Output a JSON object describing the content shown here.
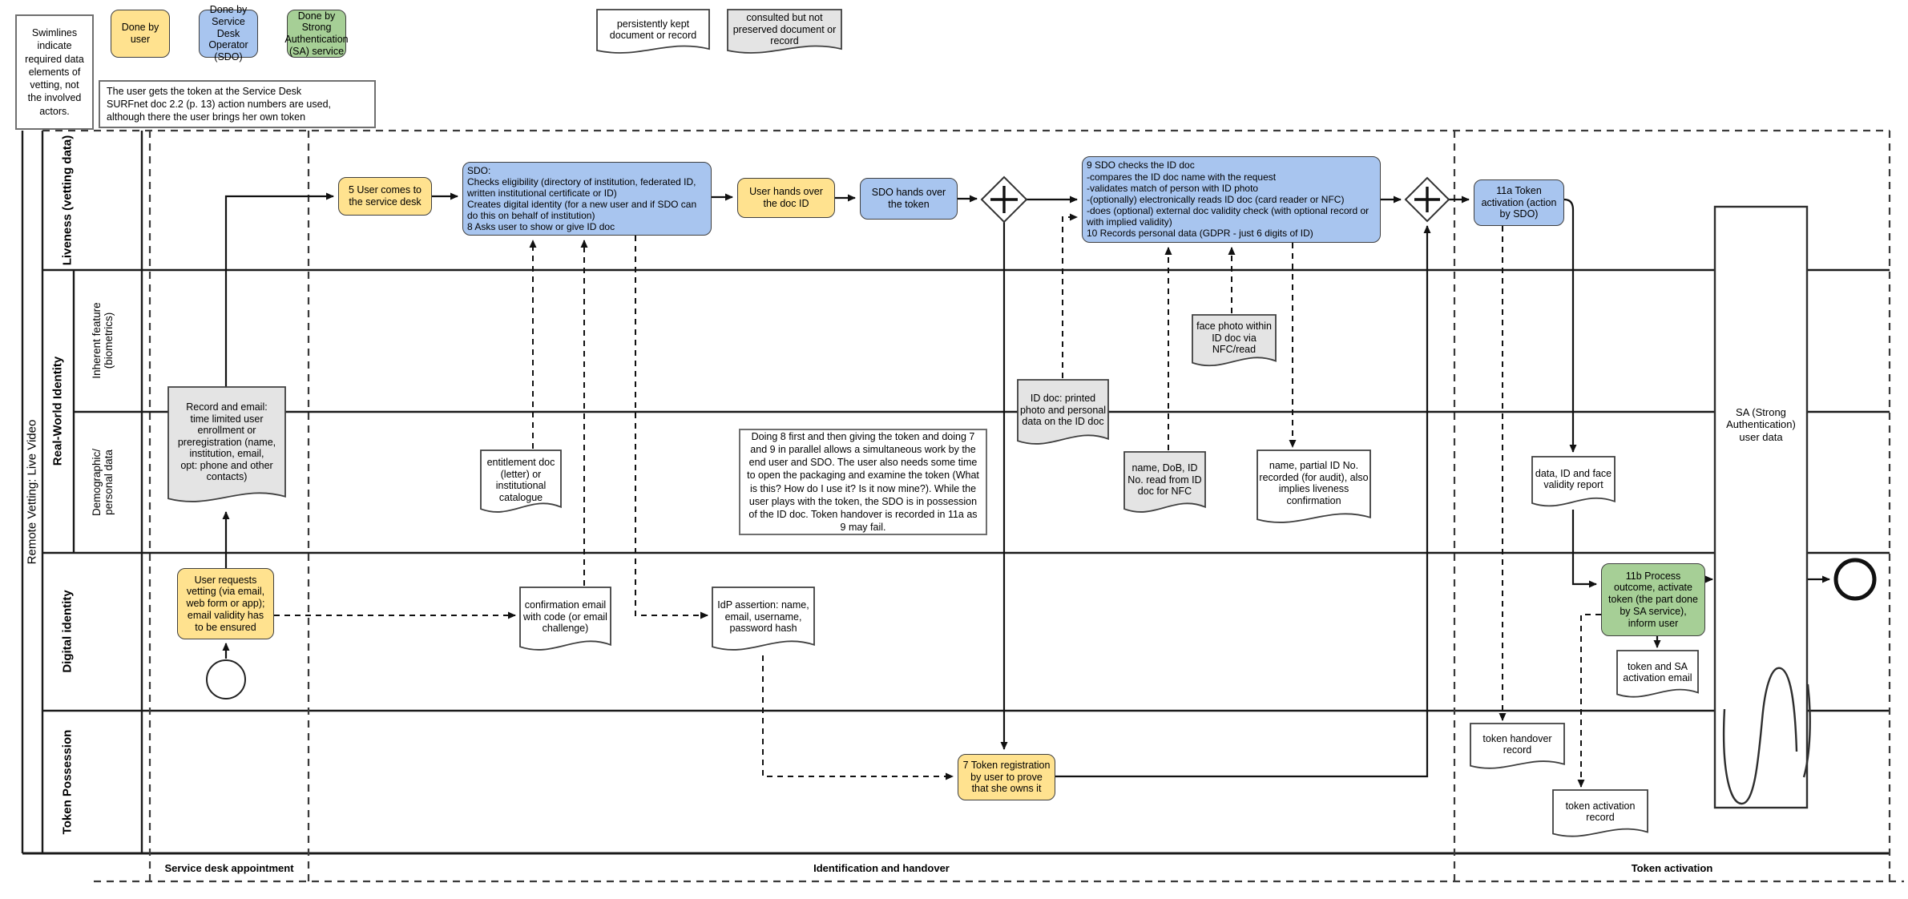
{
  "pool": {
    "title": "Remote Vetting: Live Video"
  },
  "lanes": {
    "liveness": "Liveness (vetting data)",
    "real_world": "Real-World Identity",
    "inherent": "Inherent feature\n(biometrics)",
    "demographic": "Demographic/\npersonal data",
    "digital": "Digital identity",
    "token": "Token Possession"
  },
  "phases": {
    "p1": "Service desk appointment",
    "p2": "Identification and handover",
    "p3": "Token activation"
  },
  "legend": {
    "swimlanes_note": "Swimlines indicate required data elements of vetting, not the involved actors.",
    "user": "Done by user",
    "sdo": "Done by Service Desk Operator (SDO)",
    "sa": "Done by Strong Authentication (SA) service",
    "doc_kept": "persistently kept document or record",
    "doc_consulted": "consulted but not preserved document or record",
    "token_note": "The user gets the token at the Service Desk\nSURFnet doc 2.2 (p. 13) action numbers are used, although there the user brings her own token"
  },
  "tasks": {
    "t5": "5 User comes to the service desk",
    "t8": "SDO:\nChecks eligibility (directory of institution, federated ID, written institutional certificate or ID)\nCreates digital identity (for a new user and if SDO can do this on behalf of institution)\n8 Asks user to show or give ID doc",
    "hand_doc": "User hands over the doc ID",
    "hand_token": "SDO hands over the token",
    "t9": "9 SDO checks the ID doc\n-compares the ID doc name with the request\n-validates match of person with ID photo\n-(optionally) electronically reads ID doc (card reader or NFC)\n-does (optional) external doc validity check (with optional record or with implied validity)\n10 Records personal data (GDPR - just 6 digits of ID)",
    "t11a": "11a Token activation (action by SDO)",
    "t7": "7 Token registration by user to prove that she owns it",
    "t11b": "11b Process outcome, activate token (the part done by SA service), inform user",
    "request": "User requests vetting (via email, web form or app); email validity has to be ensured"
  },
  "documents": {
    "record_email": "Record and email:\ntime limited user enrollment or preregistration (name, institution, email,\nopt: phone and other contacts)",
    "entitlement": "entitlement doc (letter) or institutional catalogue",
    "confirmation": "confirmation email with code (or email challenge)",
    "idp_assertion": "IdP assertion: name, email, username, password hash",
    "id_doc": "ID doc: printed photo and personal data on the ID doc",
    "face_photo": "face photo within ID doc via NFC/read",
    "name_dob": "name, DoB, ID No. read from ID doc for NFC",
    "name_partial": "name, partial ID No. recorded (for audit), also implies liveness confirmation",
    "validity_report": "data, ID and face validity report",
    "token_sa_email": "token and SA activation email",
    "handover_record": "token handover record",
    "activation_record": "token activation record"
  },
  "notes": {
    "doing8": "Doing 8 first and then giving the token and doing 7 and 9 in parallel allows a simultaneous work by the end user and SDO. The user also needs some time to open the packaging and examine the token (What is this? How do I use it? Is it now mine?). While the user plays with the token, the SDO is in possession of the ID doc. Token handover is recorded in 11a as 9 may fail."
  },
  "sa": {
    "label": "SA (Strong\nAuthentication)\nuser data"
  },
  "colors": {
    "user_yellow": "#ffe28f",
    "sdo_blue": "#a8c5ef",
    "sa_green": "#a6cf96",
    "doc_gray": "#e4e4e4",
    "line": "#1a1a1a"
  }
}
